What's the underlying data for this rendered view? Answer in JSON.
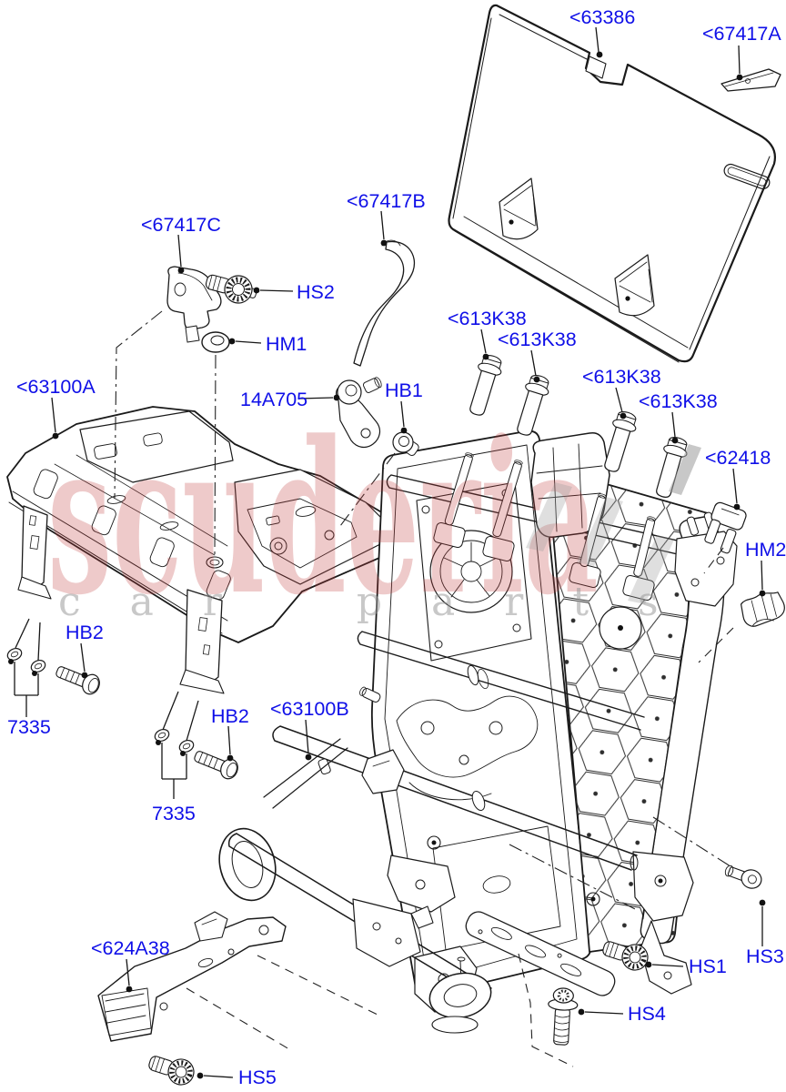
{
  "watermark": {
    "primary": "scuderia",
    "secondary": "car parts",
    "primary_color": "#c24040",
    "secondary_color": "#9a9a9a"
  },
  "colors": {
    "label": "#0f0fe8",
    "line": "#1a1a1a",
    "background": "#ffffff"
  },
  "labels": [
    {
      "part": "63386",
      "text": "<63386"
    },
    {
      "part": "67417A",
      "text": "<67417A"
    },
    {
      "part": "67417C",
      "text": "<67417C"
    },
    {
      "part": "HS2",
      "text": "HS2"
    },
    {
      "part": "67417B",
      "text": "<67417B"
    },
    {
      "part": "HM1",
      "text": "HM1"
    },
    {
      "part": "14A705",
      "text": "14A705"
    },
    {
      "part": "HB1",
      "text": "HB1"
    },
    {
      "part": "63100A",
      "text": "<63100A"
    },
    {
      "part": "613K38-1",
      "text": "<613K38"
    },
    {
      "part": "613K38-2",
      "text": "<613K38"
    },
    {
      "part": "613K38-3",
      "text": "<613K38"
    },
    {
      "part": "613K38-4",
      "text": "<613K38"
    },
    {
      "part": "62418",
      "text": "<62418"
    },
    {
      "part": "HM2",
      "text": "HM2"
    },
    {
      "part": "HB2-left",
      "text": "HB2"
    },
    {
      "part": "7335-left",
      "text": "7335"
    },
    {
      "part": "HB2-mid",
      "text": "HB2"
    },
    {
      "part": "7335-mid",
      "text": "7335"
    },
    {
      "part": "63100B",
      "text": "<63100B"
    },
    {
      "part": "624A38",
      "text": "<624A38"
    },
    {
      "part": "HS5",
      "text": "HS5"
    },
    {
      "part": "HS1",
      "text": "HS1"
    },
    {
      "part": "HS3",
      "text": "HS3"
    },
    {
      "part": "HS4",
      "text": "HS4"
    }
  ]
}
